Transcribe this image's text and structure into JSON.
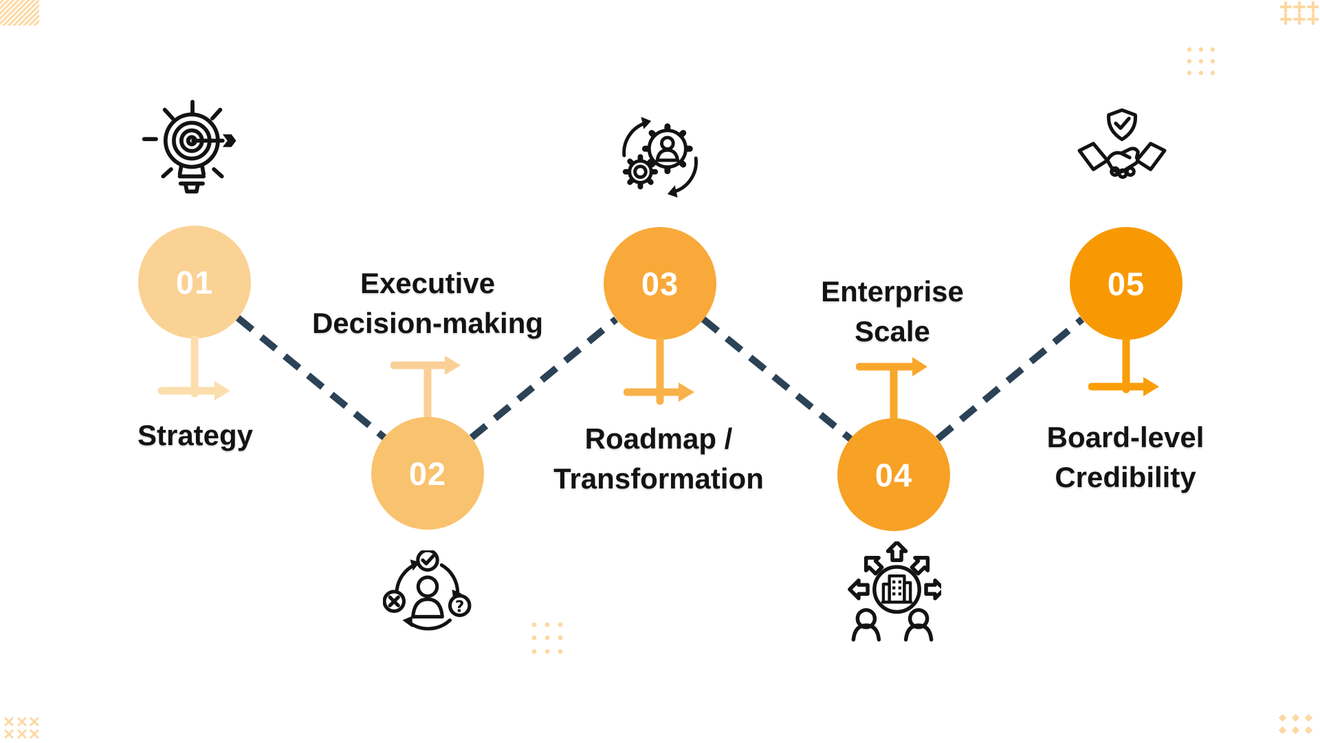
{
  "page": {
    "background": "#ffffff"
  },
  "connector": {
    "color": "#2C4257",
    "style": "dashed"
  },
  "decorations": {
    "color": "#FBD8A3",
    "top_left": "diagonal-stripes",
    "top_right": [
      "plus-grid",
      "dot-grid"
    ],
    "bottom_center": "dot-grid",
    "bottom_left": "x-grid",
    "bottom_right": "diamond-grid"
  },
  "steps": [
    {
      "number": "01",
      "label_lines": [
        "Strategy"
      ],
      "circle_color": "#FAD294",
      "arrow_color": "#FBDEAC",
      "icon": "idea-target-lightbulb-icon",
      "icon_position": "above",
      "label_position": "below"
    },
    {
      "number": "02",
      "label_lines": [
        "Executive",
        "Decision-making"
      ],
      "circle_color": "#F9C26E",
      "arrow_color": "#FAD096",
      "icon": "decision-person-cycle-icon",
      "icon_position": "below",
      "label_position": "above"
    },
    {
      "number": "03",
      "label_lines": [
        "Roadmap /",
        "Transformation"
      ],
      "circle_color": "#F8A93A",
      "arrow_color": "#F9B149",
      "icon": "gears-transformation-icon",
      "icon_position": "above",
      "label_position": "below"
    },
    {
      "number": "04",
      "label_lines": [
        "Enterprise",
        "Scale"
      ],
      "circle_color": "#F7A125",
      "arrow_color": "#F8A72B",
      "icon": "enterprise-scale-building-icon",
      "icon_position": "below",
      "label_position": "above"
    },
    {
      "number": "05",
      "label_lines": [
        "Board-level",
        "Credibility"
      ],
      "circle_color": "#F89903",
      "arrow_color": "#F99E08",
      "icon": "trust-handshake-shield-icon",
      "icon_position": "above",
      "label_position": "below"
    }
  ]
}
